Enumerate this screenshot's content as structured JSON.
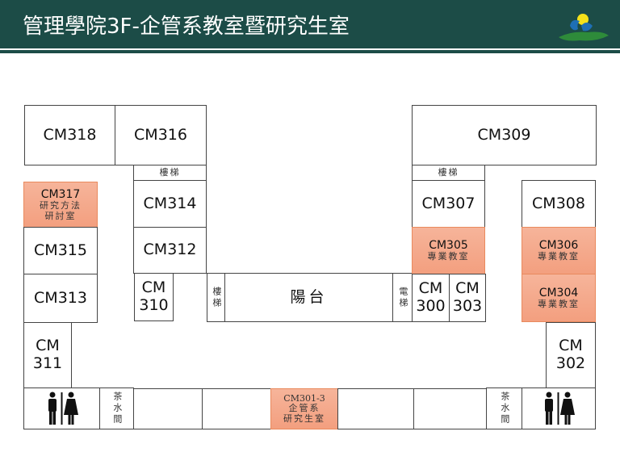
{
  "header": {
    "title": "管理學院3F-企管系教室暨研究生室",
    "logo_icon": "school-logo"
  },
  "rooms": {
    "cm318": "CM318",
    "cm316": "CM316",
    "cm309": "CM309",
    "stairs": "樓梯",
    "elevator": "電梯",
    "balcony": "陽台",
    "pantry": "茶水間",
    "cm317": {
      "id": "CM317",
      "desc1": "研究方法",
      "desc2": "研討室"
    },
    "cm314": "CM314",
    "cm312": "CM312",
    "cm315": "CM315",
    "cm313": "CM313",
    "cm310": {
      "a": "CM",
      "b": "310"
    },
    "cm307": "CM307",
    "cm308": "CM308",
    "cm305": {
      "id": "CM305",
      "desc": "專業教室"
    },
    "cm306": {
      "id": "CM306",
      "desc": "專業教室"
    },
    "cm304": {
      "id": "CM304",
      "desc": "專業教室"
    },
    "cm300": {
      "a": "CM",
      "b": "300"
    },
    "cm303": {
      "a": "CM",
      "b": "303"
    },
    "cm311": {
      "a": "CM",
      "b": "311"
    },
    "cm302": {
      "a": "CM",
      "b": "302"
    },
    "cm301_3": {
      "id": "CM301-3",
      "desc1": "企管系",
      "desc2": "研究生室"
    }
  },
  "colors": {
    "header": "#1c4c47",
    "highlight": "#f4a686"
  }
}
